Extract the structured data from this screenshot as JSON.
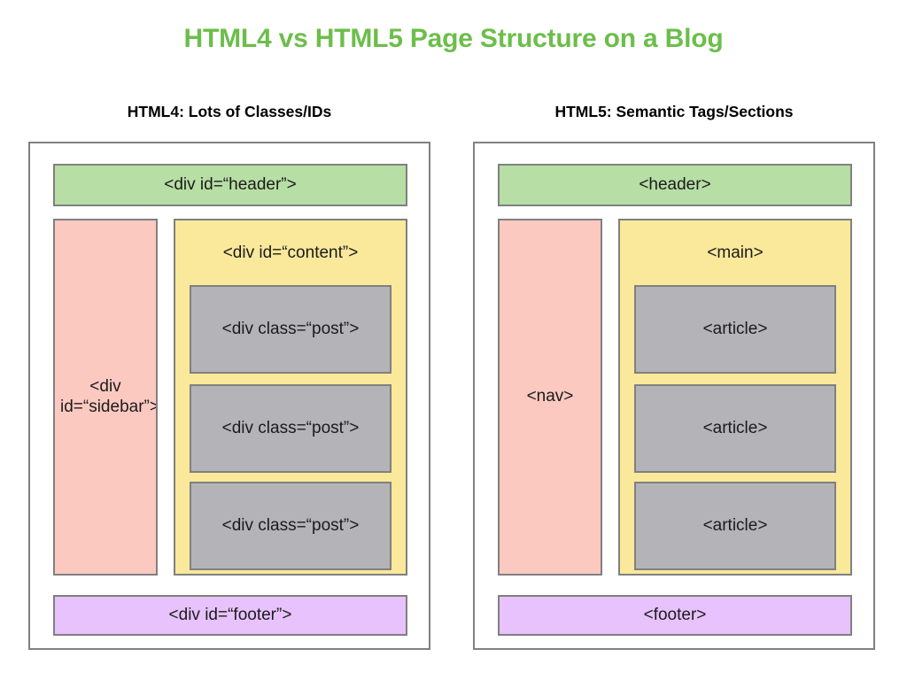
{
  "title": "HTML4 vs HTML5 Page Structure on a Blog",
  "colors": {
    "title_green": "#6cbe4b",
    "header_block": "#b7dea4",
    "sidebar_block": "#fcc9c1",
    "content_block": "#fae89b",
    "post_block": "#b4b4b8",
    "footer_block": "#e8c2fc",
    "border_gray": "#808080",
    "background": "#ffffff",
    "text": "#1b1b1b"
  },
  "columns": [
    {
      "subtitle": "HTML4: Lots of Classes/IDs",
      "blocks": {
        "header": "<div id=“header”>",
        "sidebar": "<div id=“sidebar”>",
        "main": "<div id=“content”>",
        "posts": [
          "<div class=“post”>",
          "<div class=“post”>",
          "<div class=“post”>"
        ],
        "footer": "<div id=“footer”>"
      }
    },
    {
      "subtitle": "HTML5: Semantic Tags/Sections",
      "blocks": {
        "header": "<header>",
        "sidebar": "<nav>",
        "main": "<main>",
        "posts": [
          "<article>",
          "<article>",
          "<article>"
        ],
        "footer": "<footer>"
      }
    }
  ]
}
